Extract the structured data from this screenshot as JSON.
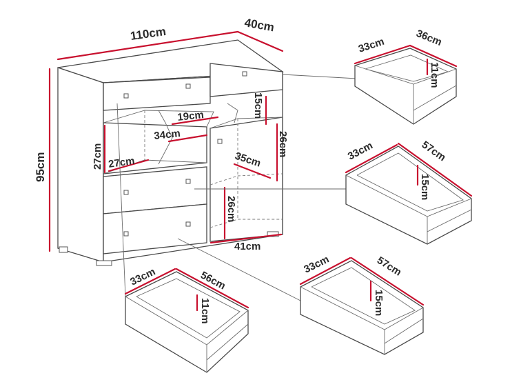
{
  "colors": {
    "dimension": "#c8102e",
    "outline": "#4a4a4a",
    "background": "#ffffff"
  },
  "cabinet": {
    "width": "110cm",
    "depth": "40cm",
    "height": "95cm",
    "shelf_height": "27cm",
    "shelf_width": "27cm",
    "shelf_depth": "34cm",
    "niche_width": "19cm",
    "niche_height": "15cm",
    "side_shelf_height": "26cm",
    "side_shelf_depth": "35cm",
    "side_lower_height": "26cm",
    "side_width": "41cm"
  },
  "drawers": [
    {
      "depth": "33cm",
      "width": "36cm",
      "height": "11cm"
    },
    {
      "depth": "33cm",
      "width": "57cm",
      "height": "15cm"
    },
    {
      "depth": "33cm",
      "width": "56cm",
      "height": "11cm"
    },
    {
      "depth": "33cm",
      "width": "57cm",
      "height": "15cm"
    }
  ]
}
